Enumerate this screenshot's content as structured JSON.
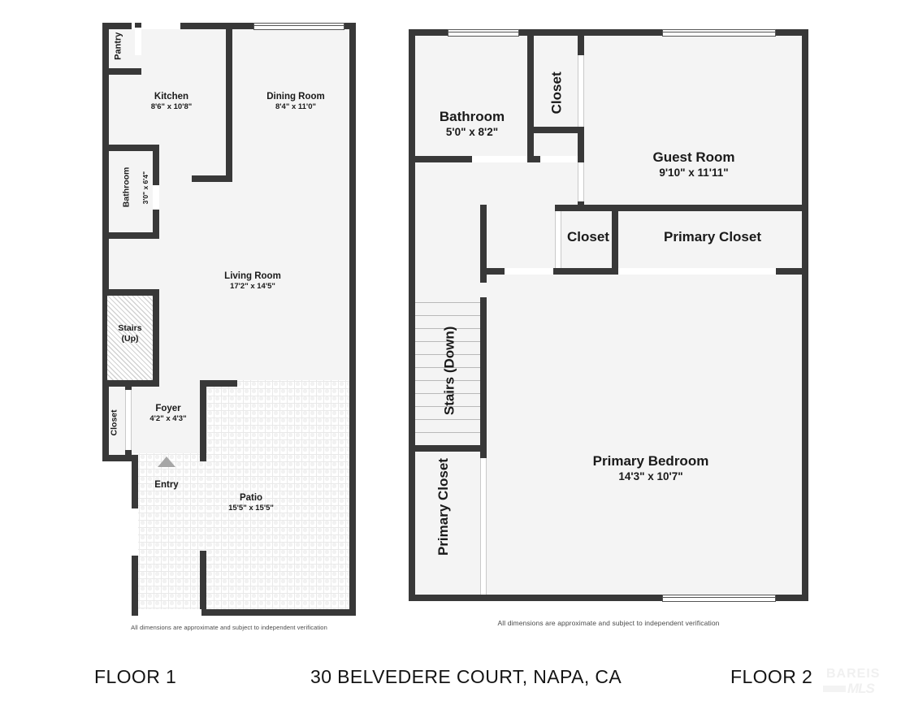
{
  "document": {
    "title": "30 BELVEDERE COURT, NAPA, CA",
    "type": "real-estate-floor-plan"
  },
  "footer": {
    "floor1_label": "FLOOR 1",
    "address": "30 BELVEDERE COURT, NAPA, CA",
    "floor2_label": "FLOOR 2",
    "logo_line1": "BAREIS",
    "logo_line2": "MLS"
  },
  "disclaimer": "All dimensions are approximate and subject to independent verification",
  "floor1": {
    "name": "FLOOR 1",
    "rooms": [
      {
        "name": "Pantry",
        "dimensions": ""
      },
      {
        "name": "Kitchen",
        "dimensions": "8'6\" x 10'8\""
      },
      {
        "name": "Dining Room",
        "dimensions": "8'4\" x 11'0\""
      },
      {
        "name": "Bathroom",
        "dimensions": "3'0\" x 6'4\""
      },
      {
        "name": "Living Room",
        "dimensions": "17'2\" x 14'5\""
      },
      {
        "name": "Stairs",
        "dimensions": "(Up)"
      },
      {
        "name": "Closet",
        "dimensions": ""
      },
      {
        "name": "Foyer",
        "dimensions": "4'2\" x 4'3\""
      },
      {
        "name": "Entry",
        "dimensions": ""
      },
      {
        "name": "Patio",
        "dimensions": "15'5\" x 15'5\""
      }
    ]
  },
  "floor2": {
    "name": "FLOOR 2",
    "rooms": [
      {
        "name": "Bathroom",
        "dimensions": "5'0\" x 8'2\""
      },
      {
        "name": "Closet",
        "dimensions": ""
      },
      {
        "name": "Guest Room",
        "dimensions": "9'10\" x 11'11\""
      },
      {
        "name": "Stairs (Down)",
        "dimensions": ""
      },
      {
        "name": "Closet",
        "dimensions": ""
      },
      {
        "name": "Primary Closet",
        "dimensions": ""
      },
      {
        "name": "Primary Bedroom",
        "dimensions": "14'3\" x 10'7\""
      },
      {
        "name": "Primary Closet",
        "dimensions": ""
      }
    ]
  },
  "colors": {
    "wall": "#383838",
    "room_fill": "#f4f4f4",
    "page_background": "#ffffff",
    "text": "#1a1a1a",
    "entry_arrow": "#a6a6a6"
  }
}
